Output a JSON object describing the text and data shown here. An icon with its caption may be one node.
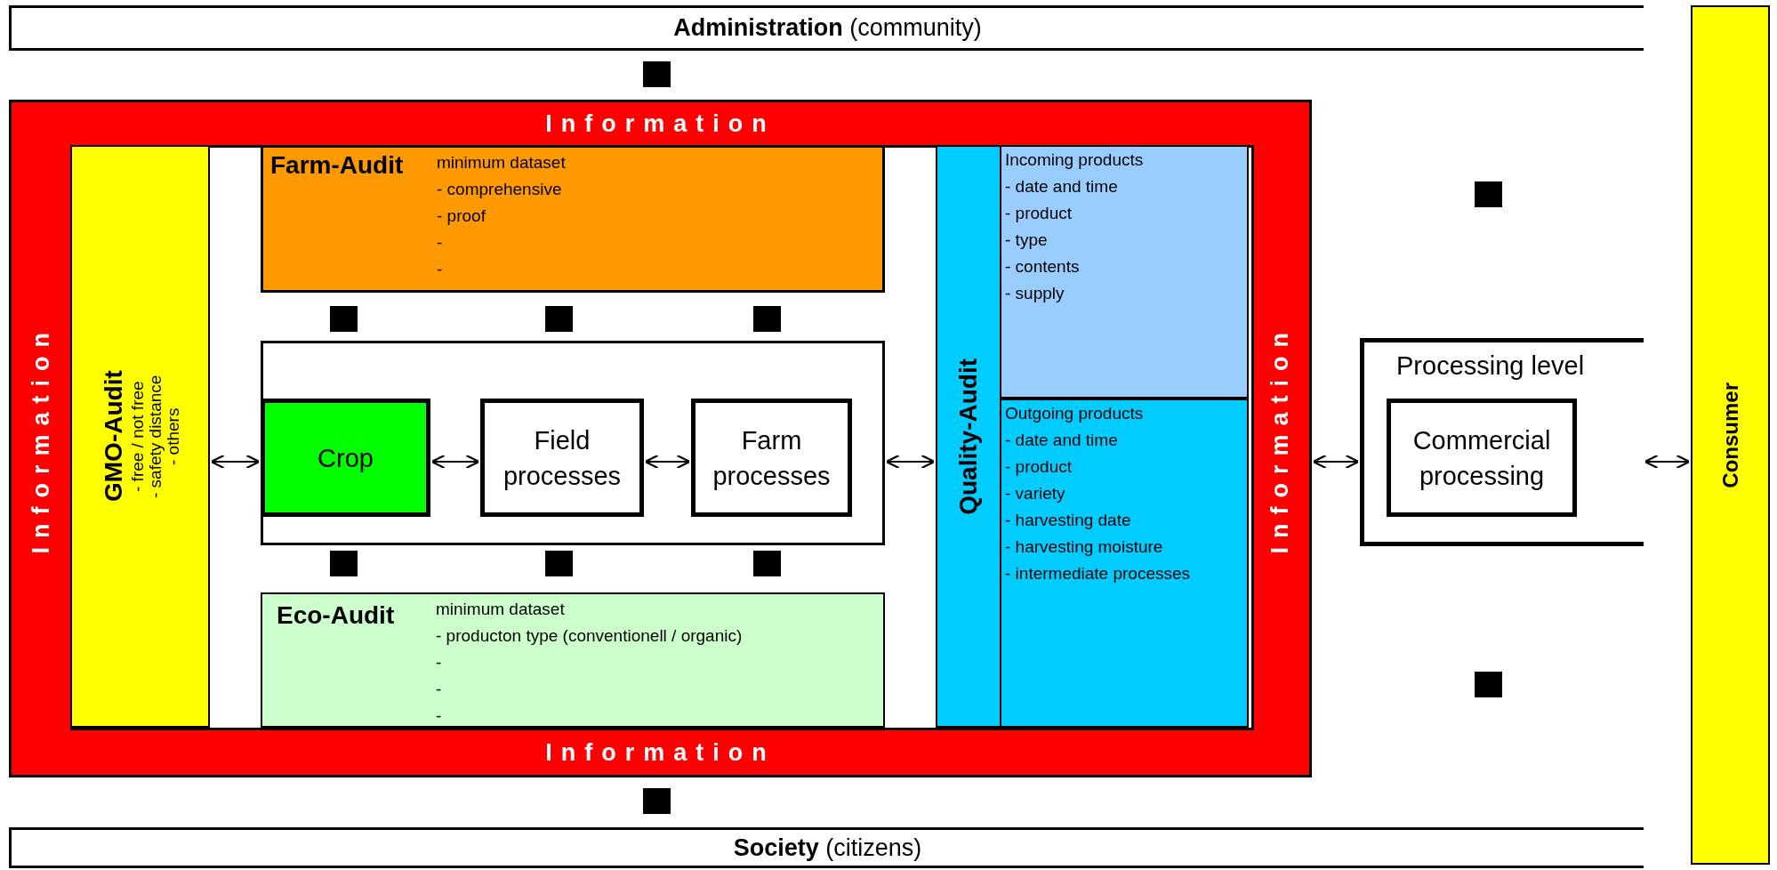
{
  "diagram": {
    "nodes": [
      {
        "text": [
          "**Administration** (community)"
        ]
      },
      {
        "text": [
          "Information",
          "Information",
          "Information",
          "Information"
        ]
      },
      {
        "text": [
          "GMO-Audit",
          "- free / not free",
          "- safety distance",
          "- others"
        ],
        "in": 1
      },
      {
        "text": [
          "Farm-Audit",
          "minimum dataset",
          "- comprehensive",
          "- proof",
          "-",
          "-"
        ],
        "in": 1
      },
      {
        "text": [],
        "shape": "box",
        "in": 1
      },
      {
        "text": [
          "Crop"
        ],
        "in": 4
      },
      {
        "text": [
          "Field processes"
        ],
        "in": 4
      },
      {
        "text": [
          "Farm processes"
        ],
        "in": 4
      },
      {
        "text": [
          "Eco-Audit",
          "minimum dataset",
          "- producton type (conventionell / organic)",
          "-",
          "-",
          "-"
        ],
        "in": 1
      },
      {
        "text": [
          "Quality-Audit"
        ],
        "in": 1
      },
      {
        "text": [
          "Incoming products",
          "- date and time",
          "- product",
          "- type",
          "- contents",
          "- supply"
        ],
        "in": 9
      },
      {
        "text": [
          "Outgoing products",
          "- date and time",
          "- product",
          "- variety",
          "- harvesting date",
          "- harvesting moisture",
          "- intermediate processes"
        ],
        "in": 9
      },
      {
        "text": [
          "Processing level"
        ]
      },
      {
        "text": [
          "Commercial processing"
        ],
        "in": 12
      },
      {
        "text": [
          "Consumer"
        ]
      },
      {
        "text": [
          "**Society** (citizens)"
        ]
      }
    ],
    "edges": [
      {
        "from": 2,
        "to": 4,
        "arrow": "both"
      },
      {
        "from": 5,
        "to": 6,
        "arrow": "both"
      },
      {
        "from": 6,
        "to": 7,
        "arrow": "both"
      },
      {
        "from": 4,
        "to": 9,
        "arrow": "both"
      },
      {
        "from": 1,
        "to": 12,
        "arrow": "both"
      },
      {
        "from": 12,
        "to": 14,
        "arrow": "both"
      }
    ]
  }
}
